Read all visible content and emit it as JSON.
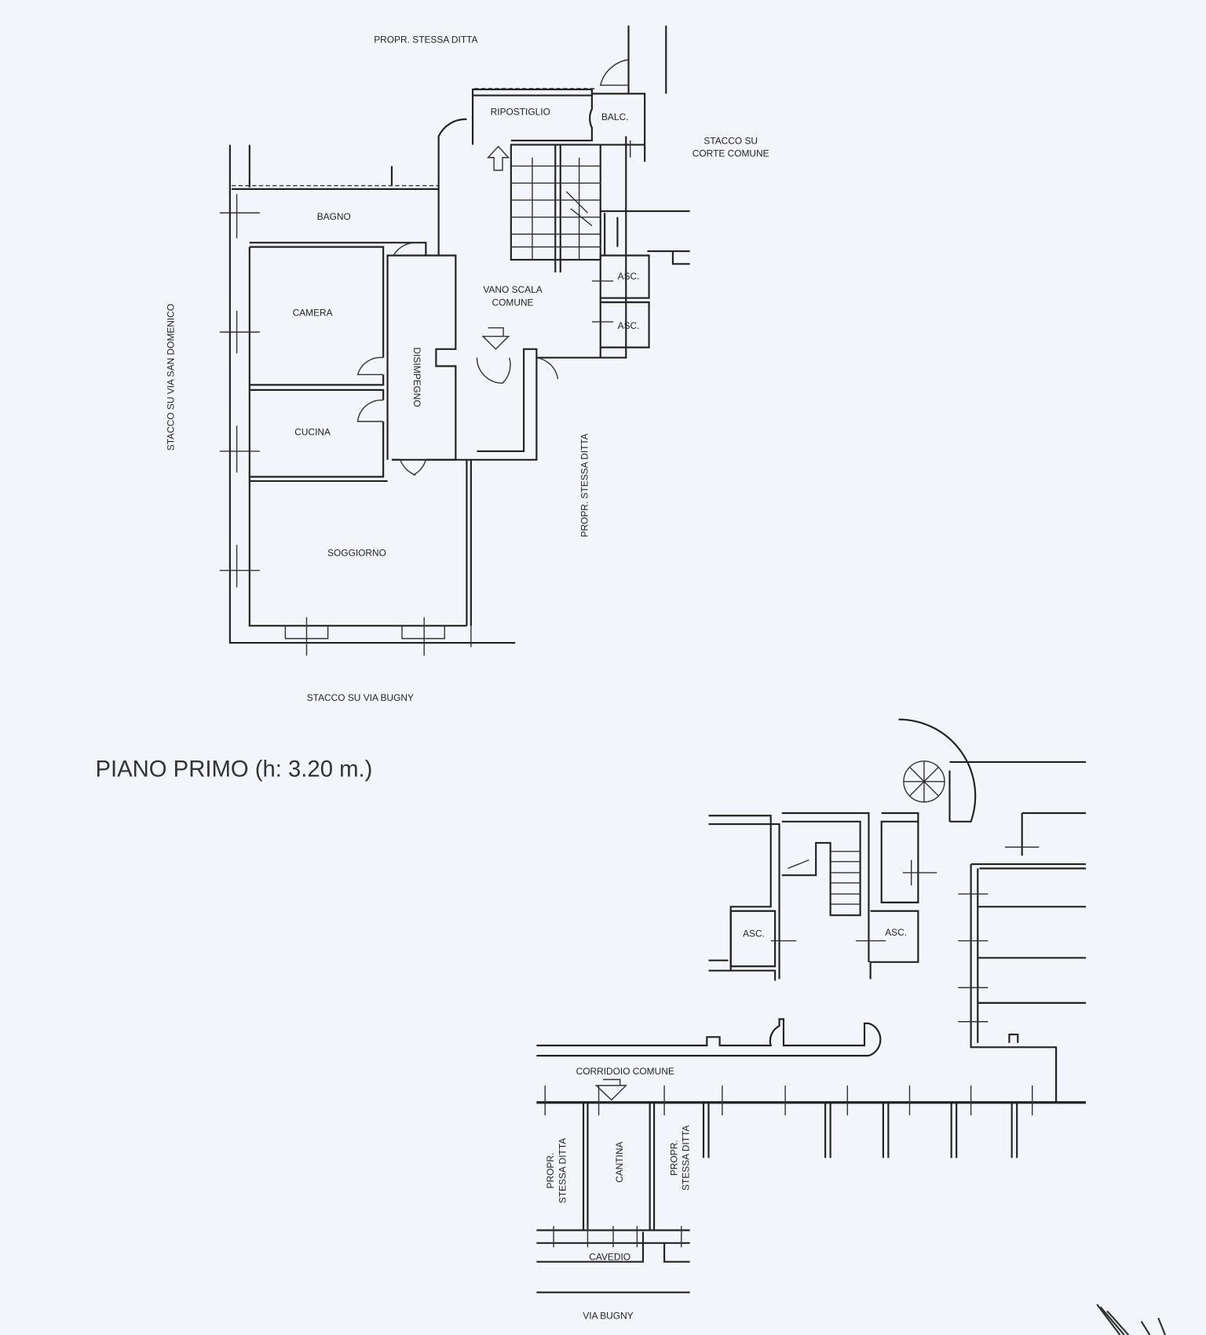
{
  "upper_plan": {
    "top_neighbor": "PROPR. STESSA DITTA",
    "rooms": {
      "ripostiglio": "RIPOSTIGLIO",
      "balcony": "BALC.",
      "bathroom": "BAGNO",
      "bedroom": "CAMERA",
      "stairwell_line1": "VANO SCALA",
      "stairwell_line2": "COMUNE",
      "elevator_1": "ASC.",
      "elevator_2": "ASC.",
      "hallway": "DISIMPEGNO",
      "kitchen": "CUCINA",
      "living_room": "SOGGIORNO"
    },
    "right_note_line1": "STACCO SU",
    "right_note_line2": "CORTE COMUNE",
    "left_note": "STACCO SU VIA SAN DOMENICO",
    "east_neighbor": "PROPR. STESSA DITTA",
    "bottom_note": "STACCO SU VIA BUGNY"
  },
  "floor_title": "PIANO PRIMO (h: 3.20 m.)",
  "lower_plan": {
    "elevator_1": "ASC.",
    "elevator_2": "ASC.",
    "corridor": "CORRIDOIO COMUNE",
    "left_neighbor_line1": "PROPR.",
    "left_neighbor_line2": "STESSA DITTA",
    "cellar": "CANTINA",
    "right_neighbor_line1": "PROPR.",
    "right_neighbor_line2": "STESSA DITTA",
    "courtyard": "CAVEDIO",
    "street": "VIA BUGNY"
  }
}
